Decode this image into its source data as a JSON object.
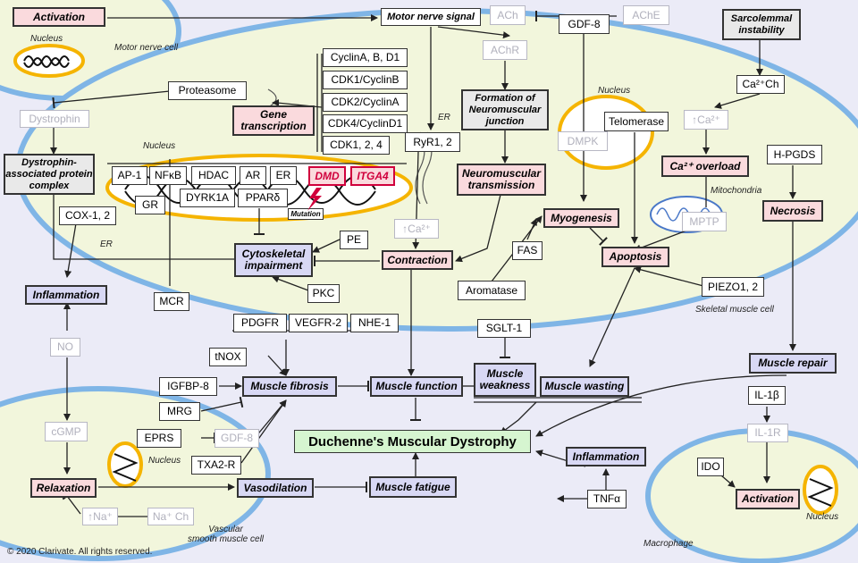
{
  "title": "Duchenne's Muscular Dystrophy",
  "copyright": "© 2020 Clarivate.  All rights reserved.",
  "colors": {
    "background": "#ebebf7",
    "cell_fill": "#f2f6dc",
    "cell_border": "#7fb5e6",
    "nucleus_border": "#f5b400",
    "process_pink": "#fadadd",
    "process_blue": "#d8d8f4",
    "outcome_green": "#d6f5d0",
    "highlight_red": "#d0003c"
  },
  "labels": {
    "nucleus_top": "Nucleus",
    "motor_cell": "Motor nerve cell",
    "nucleus_main": "Nucleus",
    "er_left": "ER",
    "er_mid": "ER",
    "nucleus_right": "Nucleus",
    "mitochondria": "Mitochondria",
    "skeletal": "Skeletal muscle cell",
    "nucleus_vascular": "Nucleus",
    "vascular": "Vascular\nsmooth muscle cell",
    "nucleus_macro": "Nucleus",
    "macrophage": "Macrophage"
  },
  "nodes": {
    "activation_top": "Activation",
    "motor_nerve_signal": "Motor nerve signal",
    "ach": "ACh",
    "gdf8_top": "GDF-8",
    "ache": "AChE",
    "sarcolemmal": "Sarcolemmal instability",
    "cyclinA": "CyclinA, B, D1",
    "cdk1": "CDK1/CyclinB",
    "cdk2": "CDK2/CyclinA",
    "cdk4": "CDK4/CyclinD1",
    "cdk124": "CDK1, 2, 4",
    "achr": "AChR",
    "proteasome": "Proteasome",
    "gene_transcription": "Gene transcription",
    "dystrophin": "Dystrophin",
    "formation_nmj": "Formation of Neuromuscular junction",
    "telomerase": "Telomerase",
    "ca2ch": "Ca²⁺Ch",
    "ryr1": "RyR1, 2",
    "dmpk": "DMPK",
    "ca_up_right": "↑Ca²⁺",
    "dapc": "Dystrophin-associated protein complex",
    "ap1": "AP-1",
    "nfkb": "NFκB",
    "hdac": "HDAC",
    "ar": "AR",
    "er": "ER",
    "dmd": "DMD",
    "itga4": "ITGA4",
    "neuromuscular_transmission": "Neuromuscular transmission",
    "ca_overload": "Ca²⁺ overload",
    "hpgds": "H-PGDS",
    "gr": "GR",
    "dyrk1a": "DYRK1A",
    "ppard": "PPARδ",
    "mutation": "Mutation",
    "cox12": "COX-1, 2",
    "ca_up_mid": "↑Ca²⁺",
    "myogenesis": "Myogenesis",
    "mptp": "MPTP",
    "necrosis": "Necrosis",
    "pe": "PE",
    "cytoskeletal": "Cytoskeletal impairment",
    "contraction": "Contraction",
    "fas": "FAS",
    "apoptosis": "Apoptosis",
    "inflammation_left": "Inflammation",
    "aromatase": "Aromatase",
    "piezo": "PIEZO1, 2",
    "pkc": "PKC",
    "mcr": "MCR",
    "pdgfr": "PDGFR",
    "vegfr2": "VEGFR-2",
    "nhe1": "NHE-1",
    "sglt1": "SGLT-1",
    "no": "NO",
    "tnox": "tNOX",
    "muscle_repair": "Muscle repair",
    "igfbp8": "IGFBP-8",
    "muscle_fibrosis": "Muscle fibrosis",
    "muscle_function": "Muscle function",
    "muscle_weakness": "Muscle weakness",
    "muscle_wasting": "Muscle wasting",
    "il1b": "IL-1β",
    "mrg": "MRG",
    "cgmp": "cGMP",
    "il1r": "IL-1R",
    "eprs": "EPRS",
    "gdf8_bottom": "GDF-8",
    "duchenne": "Duchenne's Muscular Dystrophy",
    "txa2r": "TXA2-R",
    "inflammation_right": "Inflammation",
    "ido": "IDO",
    "relaxation": "Relaxation",
    "vasodilation": "Vasodilation",
    "muscle_fatigue": "Muscle fatigue",
    "tnfa": "TNFα",
    "activation_bottom": "Activation",
    "na_up": "↑Na⁺",
    "nach": "Na⁺ Ch"
  }
}
